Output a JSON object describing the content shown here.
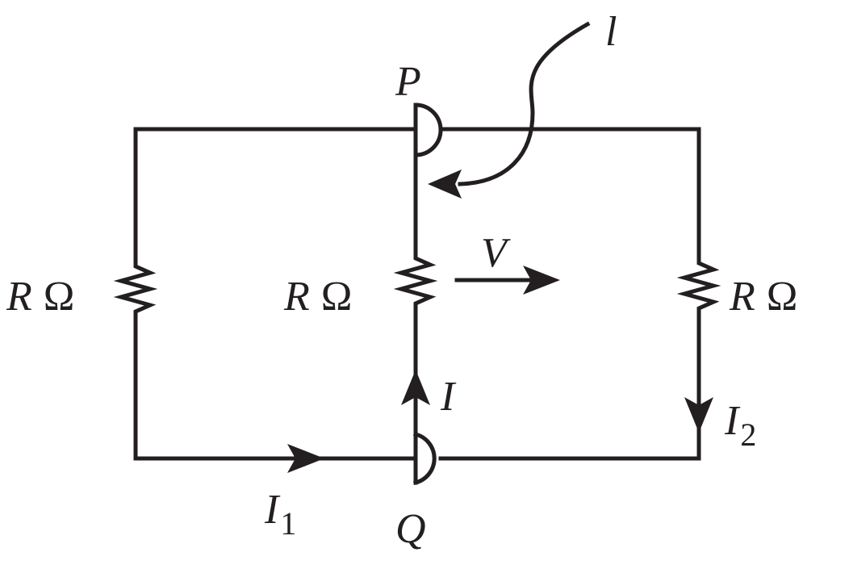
{
  "labels": {
    "P": "P",
    "Q": "Q",
    "l": "l",
    "V": "V",
    "I": "I",
    "I1_main": "I",
    "I1_sub": "1",
    "I2_main": "I",
    "I2_sub": "2",
    "left_resistor_R": "R",
    "left_resistor_unit": "Ω",
    "middle_resistor_R": "R",
    "middle_resistor_unit": "Ω",
    "right_resistor_R": "R",
    "right_resistor_unit": "Ω"
  },
  "colors": {
    "ink": "#231f20",
    "background": "#ffffff"
  }
}
